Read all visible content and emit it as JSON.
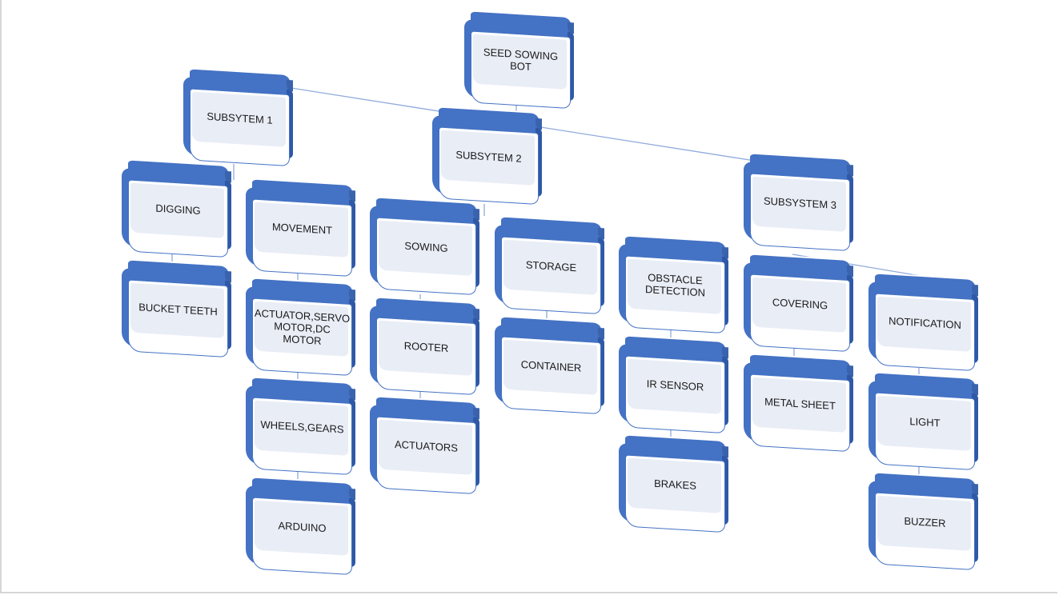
{
  "diagram": {
    "root": "SEED SOWING BOT",
    "subsystems": [
      "SUBSYTEM 1",
      "SUBSYTEM 2",
      "SUBSYSTEM 3"
    ],
    "blocks": {
      "digging": "DIGGING",
      "bucket_teeth": "BUCKET TEETH",
      "movement": "MOVEMENT",
      "actuator_servo": "ACTUATOR,SERVO MOTOR,DC MOTOR",
      "wheels_gears": "WHEELS,GEARS",
      "arduino": "ARDUINO",
      "sowing": "SOWING",
      "rooter": "ROOTER",
      "actuators": "ACTUATORS",
      "storage": "STORAGE",
      "container": "CONTAINER",
      "obstacle_detection": "OBSTACLE DETECTION",
      "ir_sensor": "IR  SENSOR",
      "brakes": "BRAKES",
      "covering": "COVERING",
      "metal_sheet": "METAL SHEET",
      "notification": "NOTIFICATION",
      "light": "LIGHT",
      "buzzer": "BUZZER"
    }
  },
  "colors": {
    "box": "#4472c4",
    "face": "#e9edf6",
    "line": "#8faadc"
  }
}
